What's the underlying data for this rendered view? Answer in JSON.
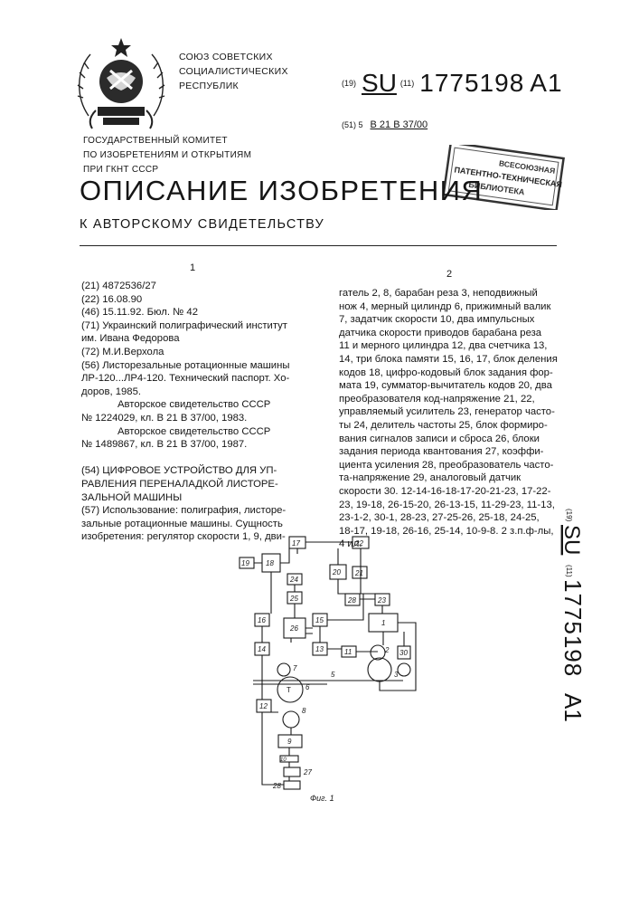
{
  "header": {
    "org_lines": [
      "СОЮЗ СОВЕТСКИХ",
      "СОЦИАЛИСТИЧЕСКИХ",
      "РЕСПУБЛИК"
    ],
    "country_code_tag": "(19)",
    "country_code": "SU",
    "number_tag": "(11)",
    "patent_number": "1775198",
    "kind_code": "A1",
    "ipc_tag": "(51) 5",
    "ipc_class": "B 21 B 37/00",
    "committee_lines": [
      "ГОСУДАРСТВЕННЫЙ КОМИТЕТ",
      "ПО ИЗОБРЕТЕНИЯМ И ОТКРЫТИЯМ",
      "ПРИ ГКНТ СССР"
    ],
    "stamp_lines": [
      "ВСЕСОЮЗНАЯ",
      "ПАТЕНТНО-ТЕХНИЧЕСКАЯ",
      "БИБЛИОТЕКА"
    ]
  },
  "title": "ОПИСАНИЕ ИЗОБРЕТЕНИЯ",
  "subtitle": "К  АВТОРСКОМУ СВИДЕТЕЛЬСТВУ",
  "column_numbers": {
    "left": "1",
    "right": "2"
  },
  "left_column": [
    "(21) 4872536/27",
    "(22) 16.08.90",
    "(46) 15.11.92. Бюл. № 42",
    "(71) Украинский полиграфический институт",
    "им. Ивана Федорова",
    "(72) М.И.Верхола",
    "(56) Листорезальные ротационные машины",
    "ЛР-120...ЛР4-120. Технический паспорт. Хо-",
    "доров, 1985.",
    "Авторское свидетельство СССР",
    "№ 1224029, кл. В 21 В 37/00, 1983.",
    "Авторское свидетельство СССР",
    "№ 1489867, кл. В 21 В 37/00, 1987.",
    "",
    "(54) ЦИФРОВОЕ УСТРОЙСТВО ДЛЯ УП-",
    "РАВЛЕНИЯ ПЕРЕНАЛАДКОЙ ЛИСТОРЕ-",
    "ЗАЛЬНОЙ МАШИНЫ",
    "(57) Использование: полиграфия, листоре-",
    "зальные ротационные машины. Сущность",
    "изобретения: регулятор скорости 1, 9, дви-"
  ],
  "right_column": [
    "гатель 2, 8, барабан реза 3, неподвижный",
    "нож 4, мерный цилиндр 6, прижимный валик",
    "7, задатчик скорости 10, два импульсных",
    "датчика скорости приводов барабана реза",
    "11 и мерного цилиндра 12, два счетчика 13,",
    "14, три блока памяти 15, 16, 17, блок деления",
    "кодов 18, цифро-кодовый блок задания фор-",
    "мата 19, сумматор-вычитатель кодов 20, два",
    "преобразователя код-напряжение 21, 22,",
    "управляемый усилитель 23, генератор часто-",
    "ты 24, делитель частоты 25, блок формиро-",
    "вания сигналов записи и сброса 26, блоки",
    "задания периода квантования 27, коэффи-",
    "циента усиления 28, преобразователь часто-",
    "та-напряжение 29, аналоговый датчик",
    "скорости 30. 12-14-16-18-17-20-21-23, 17-22-",
    "23, 19-18, 26-15-20, 26-13-15, 11-29-23, 11-13,",
    "23-1-2, 30-1, 28-23, 27-25-26, 25-18, 24-25,",
    "18-17, 19-18, 26-16, 25-14, 10-9-8. 2 з.п.ф-лы,",
    "4 ил."
  ],
  "side_label": {
    "tag1": "(19)",
    "country": "SU",
    "tag2": "(11)",
    "number": "1775198",
    "kind": "A1"
  },
  "figure": {
    "caption": "Фиг. 1",
    "labels": [
      "17",
      "22",
      "19",
      "18",
      "20",
      "21",
      "24",
      "28",
      "23",
      "25",
      "1",
      "16",
      "26",
      "15",
      "14",
      "13",
      "11",
      "2",
      "30",
      "3",
      "7",
      "5",
      "6",
      "T",
      "12",
      "8",
      "9",
      "10",
      "27",
      "28"
    ]
  }
}
